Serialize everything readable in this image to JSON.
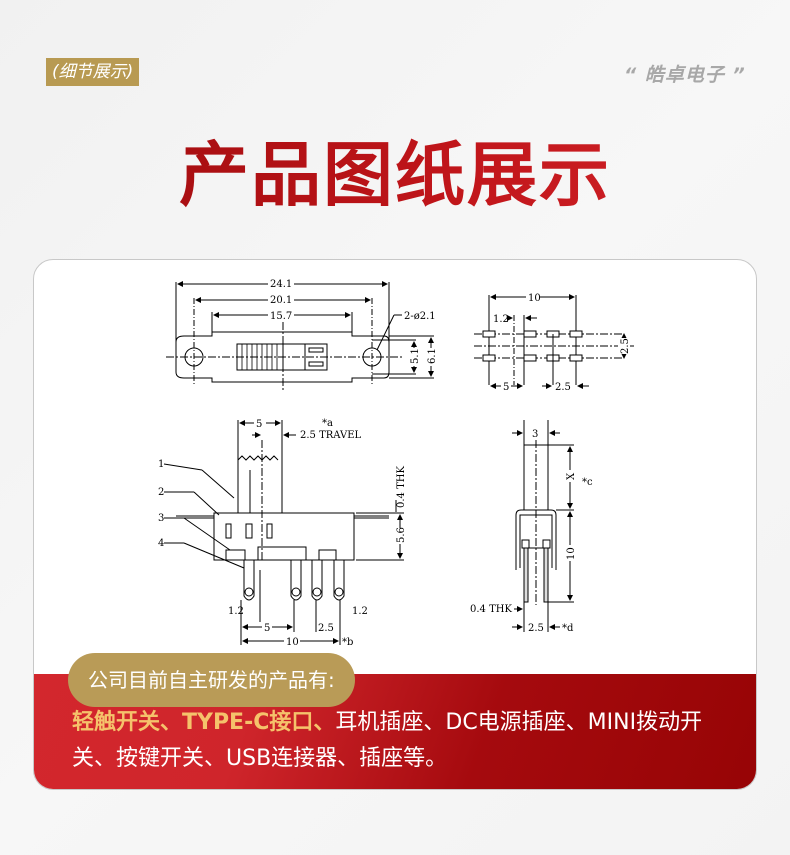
{
  "header": {
    "tag_label": "(细节展示)",
    "brand": "“ 皓卓电子 ”",
    "title": "产品图纸展示"
  },
  "drawing": {
    "top_view": {
      "dims": [
        "24.1",
        "20.1",
        "15.7"
      ],
      "hole_note": "2-ø2.1",
      "height_dims": [
        "5.1",
        "6.1"
      ]
    },
    "pcb_layout": {
      "dims": [
        "10",
        "1.2",
        "5",
        "2.5",
        "2.5"
      ]
    },
    "front_view": {
      "dims": [
        "5",
        "2.5 TRAVEL",
        "*a",
        "0.4 THK",
        "5.6",
        "1.2",
        "1.2",
        "5",
        "2.5",
        "10",
        "*b"
      ],
      "callouts": [
        "1",
        "2",
        "3",
        "4"
      ]
    },
    "side_view": {
      "dims": [
        "3",
        "X",
        "*c",
        "10",
        "0.4 THK",
        "2.5",
        "*d"
      ]
    }
  },
  "info": {
    "pill_label": "公司目前自主研发的产品有:",
    "products_highlight": "轻触开关、TYPE-C接口、",
    "products_rest": "耳机插座、DC电源插座、MINI拨动开关、按键开关、USB连接器、插座等。"
  },
  "colors": {
    "gold": "#b99b57",
    "title_red": "#c2161b",
    "panel_red": "#cf252b",
    "panel_dark_red": "#970405",
    "highlight": "#f5c26b"
  }
}
